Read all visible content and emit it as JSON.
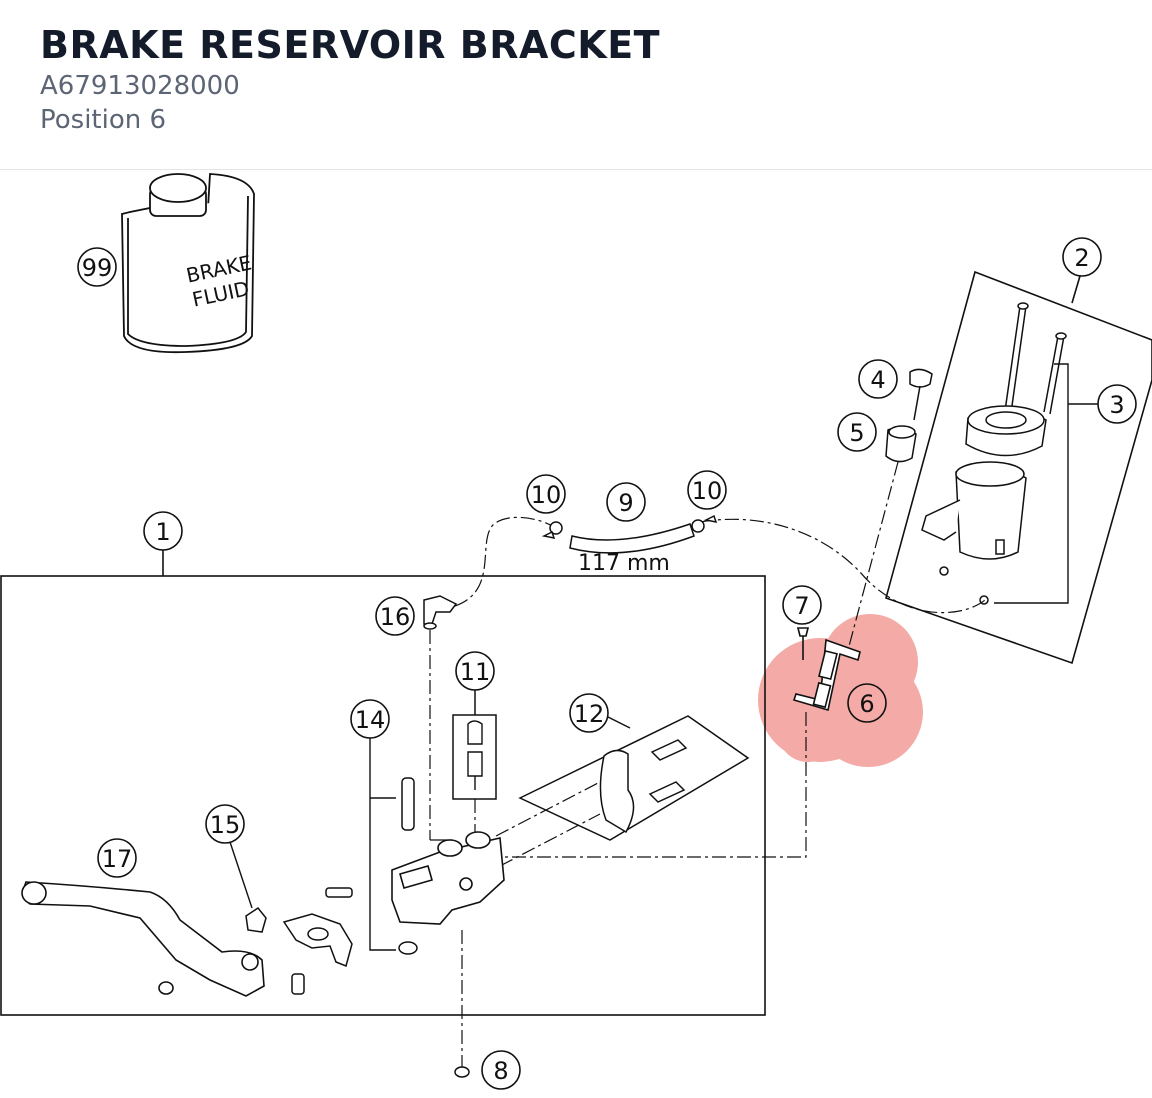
{
  "header": {
    "title": "BRAKE RESERVOIR BRACKET",
    "part_number": "A67913028000",
    "position": "Position 6"
  },
  "diagram": {
    "highlight_color": "#f08a84",
    "can_label_line1": "BRAKE",
    "can_label_line2": "FLUID",
    "hose_length": "117 mm",
    "callouts": {
      "c1": "1",
      "c2": "2",
      "c3": "3",
      "c4": "4",
      "c5": "5",
      "c6": "6",
      "c7": "7",
      "c8": "8",
      "c9": "9",
      "c10a": "10",
      "c10b": "10",
      "c11": "11",
      "c12": "12",
      "c14": "14",
      "c15": "15",
      "c16": "16",
      "c17": "17",
      "c99": "99"
    }
  }
}
